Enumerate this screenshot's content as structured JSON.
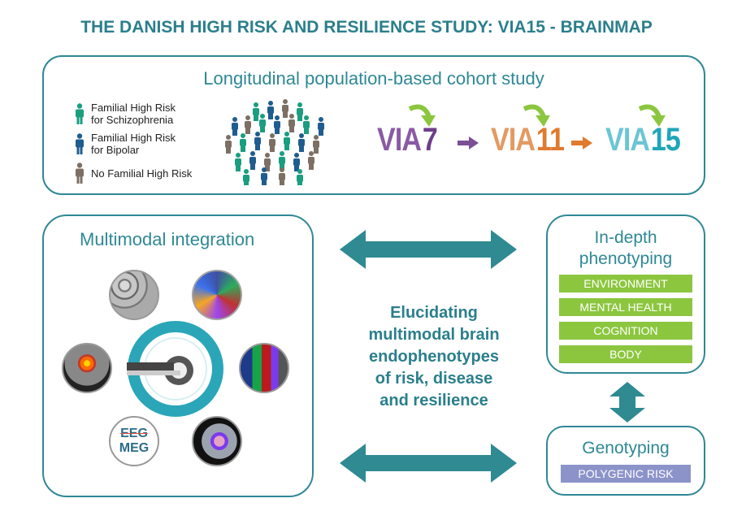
{
  "title": "THE DANISH HIGH RISK AND RESILIENCE STUDY:  VIA15 - BRAINMAP",
  "cohort": {
    "heading": "Longitudinal population-based cohort study",
    "legend": [
      {
        "label1": "Familial High Risk",
        "label2": "for Schizophrenia",
        "color": "#1a9e7f"
      },
      {
        "label1": "Familial High Risk",
        "label2": "for Bipolar",
        "color": "#1f5d8f"
      },
      {
        "label1": "No Familial High Risk",
        "label2": "",
        "color": "#7d6f64"
      }
    ],
    "timeline": [
      {
        "via": "VIA",
        "num": "7",
        "color": "#8a5aa4"
      },
      {
        "via": "VIA",
        "num": "11",
        "color": "#e39a62"
      },
      {
        "via": "VIA",
        "num": "15",
        "color": "#6cc5d4"
      }
    ],
    "arrow_colors": [
      "#7a4f96",
      "#e07a2e"
    ],
    "curl_color": "#8cc63f"
  },
  "multimodal": {
    "heading": "Multimodal integration",
    "eeg": "EEG",
    "meg": "MEG"
  },
  "center": {
    "lines": [
      "Elucidating",
      "multimodal brain",
      "endophenotypes",
      "of risk, disease",
      "and resilience"
    ]
  },
  "phenotyping": {
    "heading1": "In-depth",
    "heading2": "phenotyping",
    "items": [
      "ENVIRONMENT",
      "MENTAL HEALTH",
      "COGNITION",
      "BODY"
    ]
  },
  "genotyping": {
    "heading": "Genotyping",
    "item": "POLYGENIC RISK"
  },
  "colors": {
    "teal": "#2f8895",
    "arrow": "#2f8a92",
    "green": "#8cc63f",
    "purple_bar": "#8b93c9"
  }
}
